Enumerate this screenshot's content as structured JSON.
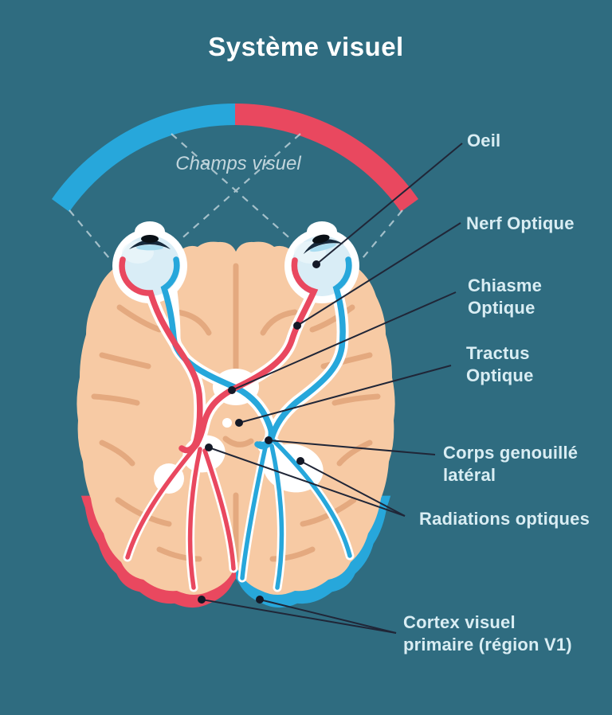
{
  "title": "Système visuel",
  "field_arc": {
    "label": "Champs visuel",
    "left_half_color": "#27a7db",
    "right_half_color": "#e9485f"
  },
  "annotations": [
    {
      "id": "oeil",
      "text": "Oeil"
    },
    {
      "id": "nerf-optique",
      "text": "Nerf Optique"
    },
    {
      "id": "chiasme-optique",
      "text": "Chiasme\nOptique"
    },
    {
      "id": "tractus-optique",
      "text": "Tractus\nOptique"
    },
    {
      "id": "corps-genouille-lateral",
      "text": "Corps genouillé\nlatéral"
    },
    {
      "id": "radiations-optiques",
      "text": "Radiations optiques"
    },
    {
      "id": "cortex-visuel-primaire",
      "text": "Cortex visuel\nprimaire (région V1)"
    }
  ],
  "colors": {
    "bg": "#2f6c80",
    "blue": "#27a7db",
    "red": "#e9485f",
    "brain": "#f7caa4",
    "sulci": "#e3a87e",
    "white": "#ffffff",
    "eye_inner": "#d9edf6",
    "iris": "#16293b",
    "pupil": "#0a1016",
    "lens": "#a9dcf0",
    "text": "#d9edf3",
    "title": "#ffffff",
    "line": "#202637",
    "dashed": "#c2d6dd"
  }
}
